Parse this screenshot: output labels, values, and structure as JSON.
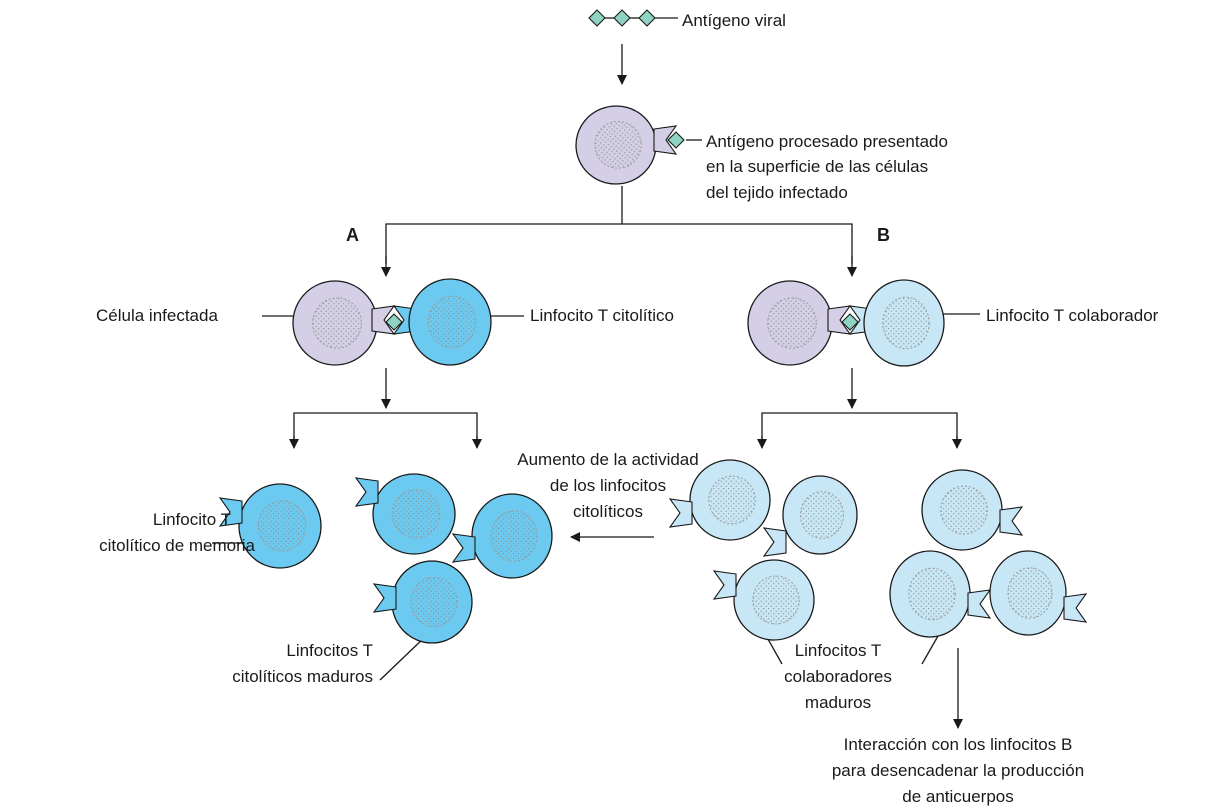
{
  "branches": {
    "a": "A",
    "b": "B"
  },
  "labels": {
    "viral_antigen": "Antígeno viral",
    "processed_antigen": [
      "Antígeno procesado presentado",
      "en la superficie de las células",
      "del tejido infectado"
    ],
    "infected_cell": "Célula infectada",
    "cytolytic_t": "Linfocito T citolítico",
    "helper_t": "Linfocito T colaborador",
    "memory_t": [
      "Linfocito T",
      "citolítico de memoria"
    ],
    "increased_activity": [
      "Aumento de la actividad",
      "de los linfocitos",
      "citolíticos"
    ],
    "mature_cytolytic": [
      "Linfocitos T",
      "citolíticos maduros"
    ],
    "mature_helper": [
      "Linfocitos T",
      "colaboradores",
      "maduros"
    ],
    "b_interaction": [
      "Interacción con los linfocitos B",
      "para desencadenar la producción",
      "de anticuerpos"
    ]
  },
  "colors": {
    "infected_cell": "#d4cfe6",
    "cytolytic_cell": "#6ccaf0",
    "helper_cell": "#c7e7f6",
    "antigen": "#8fd3c4",
    "stroke": "#1a1a1a",
    "nucleus_dots": "#8a8a8a"
  }
}
